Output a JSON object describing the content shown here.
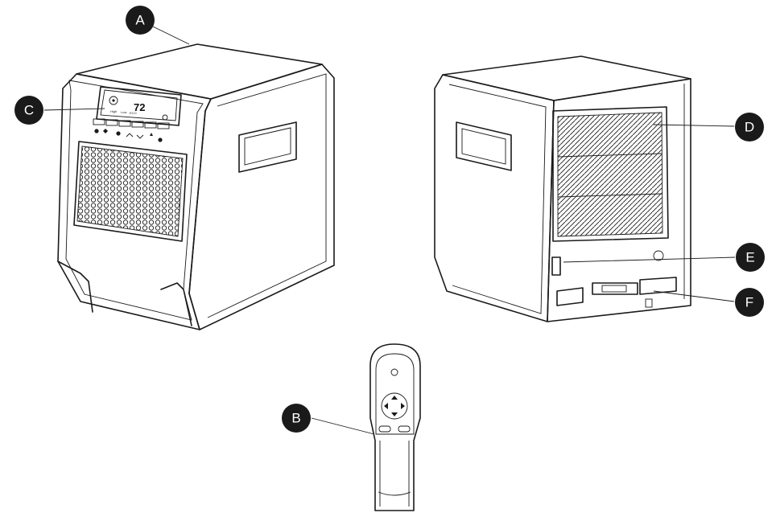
{
  "callouts": [
    {
      "id": "A",
      "label": "A"
    },
    {
      "id": "B",
      "label": "B"
    },
    {
      "id": "C",
      "label": "C"
    },
    {
      "id": "D",
      "label": "D"
    },
    {
      "id": "E",
      "label": "E"
    },
    {
      "id": "F",
      "label": "F"
    }
  ],
  "control_panel": {
    "display_value": "72",
    "mode_labels": [
      "High",
      "Low",
      "ECO"
    ]
  },
  "colors": {
    "outline": "#1a1a1a",
    "callout_fill": "#1a1a1a",
    "callout_text": "#ffffff",
    "background": "#ffffff"
  }
}
